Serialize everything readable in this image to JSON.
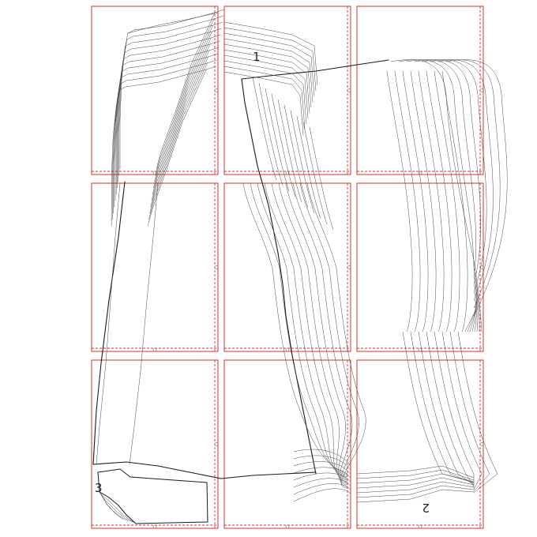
{
  "colors": {
    "page_border": "#d9302c",
    "joining_edge": "#d9302c",
    "pattern_line": "#4a4a4a",
    "piece_outline": "#1a1a1a"
  },
  "grid": {
    "rows": 3,
    "columns": 3
  },
  "pieces": [
    {
      "label": "1"
    },
    {
      "label": "2"
    },
    {
      "label": "3"
    }
  ]
}
